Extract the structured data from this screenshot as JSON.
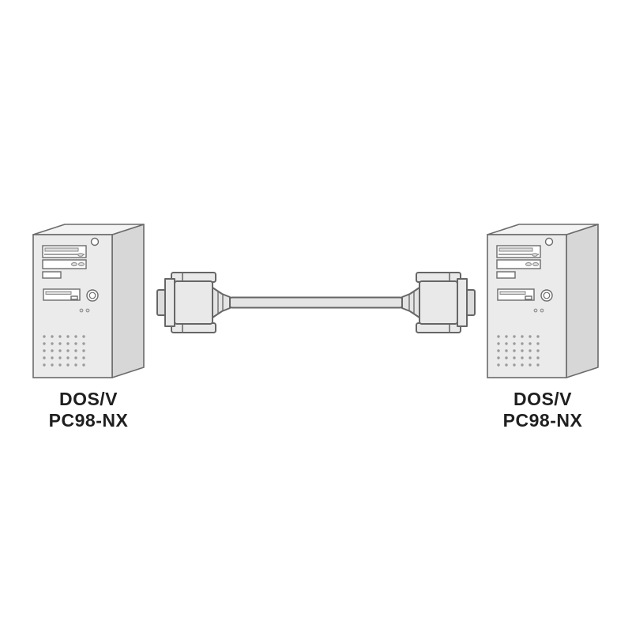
{
  "diagram": {
    "left_computer": {
      "label_line1": "DOS/V",
      "label_line2": "PC98-NX"
    },
    "right_computer": {
      "label_line1": "DOS/V",
      "label_line2": "PC98-NX"
    },
    "colors": {
      "background": "#ffffff",
      "outline": "#6b6b6b",
      "tower_front": "#ebebeb",
      "tower_side": "#d7d7d7",
      "tower_top": "#f3f3f3",
      "cable_fill": "#e4e4e4",
      "label_text": "#1f1f1f"
    }
  }
}
